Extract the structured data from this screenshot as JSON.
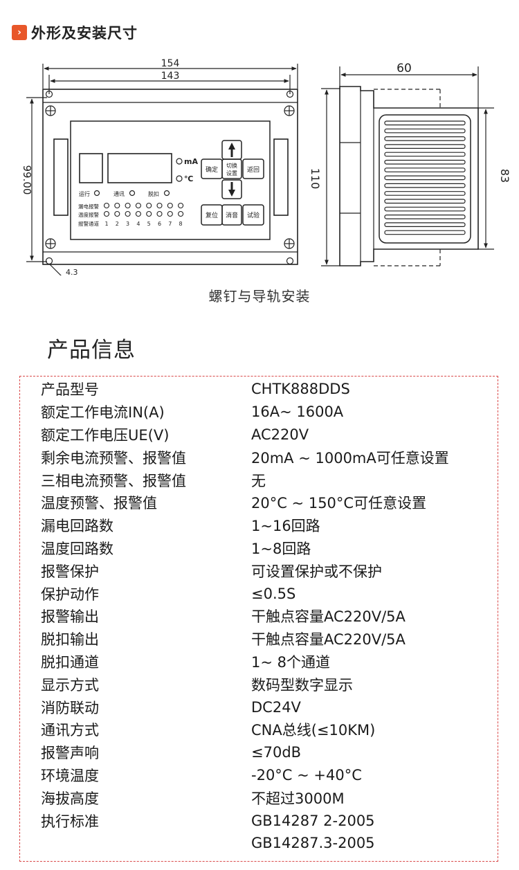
{
  "header": {
    "badge_icon": "›",
    "title": "外形及安装尺寸"
  },
  "drawing": {
    "front": {
      "dim_width_outer": "154",
      "dim_width_inner": "143",
      "dim_height": "99.00",
      "dim_hole": "4.3",
      "indicator_ma": "mA",
      "indicator_temp": "℃",
      "btn_confirm": "确定",
      "btn_switch_line1": "切换",
      "btn_switch_line2": "设置",
      "btn_return": "返回",
      "btn_reset": "复位",
      "btn_mute": "消音",
      "btn_test": "试验",
      "label_run": "运行",
      "label_comm": "通讯",
      "label_trip": "脱扣",
      "row_leak": "漏电报警",
      "row_temp": "温度报警",
      "row_channel": "报警通道",
      "channels": [
        "1",
        "2",
        "3",
        "4",
        "5",
        "6",
        "7",
        "8"
      ]
    },
    "side": {
      "dim_depth": "60",
      "dim_height_total": "110",
      "dim_height_body": "83"
    }
  },
  "caption": "螺钉与导轨安装",
  "info": {
    "title": "产品信息",
    "rows": [
      {
        "key": "产品型号",
        "value": "CHTK888DDS"
      },
      {
        "key": "额定工作电流IN(A)",
        "value": "16A~ 1600A"
      },
      {
        "key": "额定工作电压UE(V)",
        "value": "AC220V"
      },
      {
        "key": "剩余电流预警、报警值",
        "value": "20mA ~ 1000mA可任意设置"
      },
      {
        "key": "三相电流预警、报警值",
        "value": "无"
      },
      {
        "key": "温度预警、报警值",
        "value": "20°C ~ 150°C可任意设置"
      },
      {
        "key": "漏电回路数",
        "value": "1~16回路"
      },
      {
        "key": "温度回路数",
        "value": "1~8回路"
      },
      {
        "key": "报警保护",
        "value": "可设置保护或不保护"
      },
      {
        "key": "保护动作",
        "value": "≤0.5S"
      },
      {
        "key": "报警输出",
        "value": "干触点容量AC220V/5A"
      },
      {
        "key": "脱扣输出",
        "value": "干触点容量AC220V/5A"
      },
      {
        "key": "脱扣通道",
        "value": "1~ 8个通道"
      },
      {
        "key": "显示方式",
        "value": "数码型数字显示"
      },
      {
        "key": "消防联动",
        "value": "DC24V"
      },
      {
        "key": "通讯方式",
        "value": "CNA总线(≤10KM)"
      },
      {
        "key": "报警声响",
        "value": "≤70dB"
      },
      {
        "key": "环境温度",
        "value": "-20°C ~ +40°C"
      },
      {
        "key": "海拔高度",
        "value": "不超过3000M"
      },
      {
        "key": "执行标准",
        "value": "GB14287 2-2005"
      },
      {
        "key": "",
        "value": "GB14287.3-2005"
      }
    ]
  }
}
